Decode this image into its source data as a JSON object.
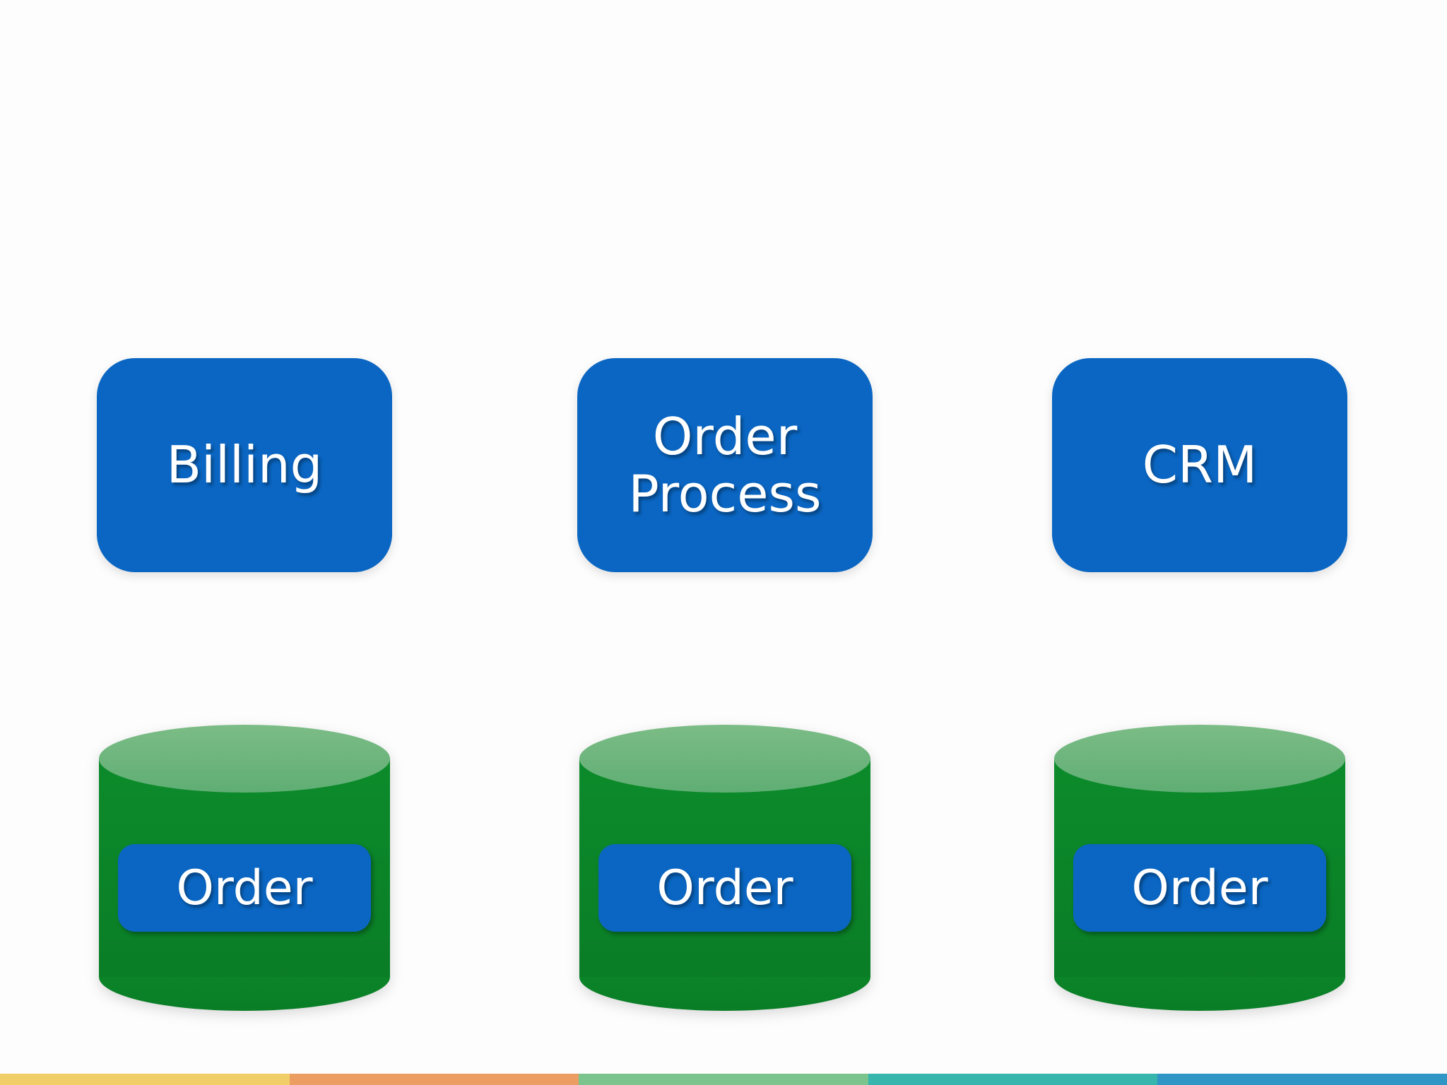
{
  "canvas": {
    "background": "#fdfdfd"
  },
  "colors": {
    "background": "#fdfdfd",
    "node_blue": "#0a66c2",
    "node_text": "#ffffff",
    "cylinder_body": "#0c8b2b",
    "cylinder_body_dark": "#0a7d26",
    "cylinder_top_light": "#7cbc86",
    "cylinder_top_dark": "#5fae74"
  },
  "diagram": {
    "services": [
      {
        "id": "billing",
        "label": "Billing"
      },
      {
        "id": "order-process",
        "label": "Order Process"
      },
      {
        "id": "crm",
        "label": "CRM"
      }
    ],
    "databases": [
      {
        "id": "billing-db",
        "label": "Order"
      },
      {
        "id": "order-process-db",
        "label": "Order"
      },
      {
        "id": "crm-db",
        "label": "Order"
      }
    ]
  },
  "footer_stripe": {
    "colors": [
      "#f2ce68",
      "#ec9d62",
      "#7cc48e",
      "#36b6ad",
      "#2f96c5"
    ]
  }
}
